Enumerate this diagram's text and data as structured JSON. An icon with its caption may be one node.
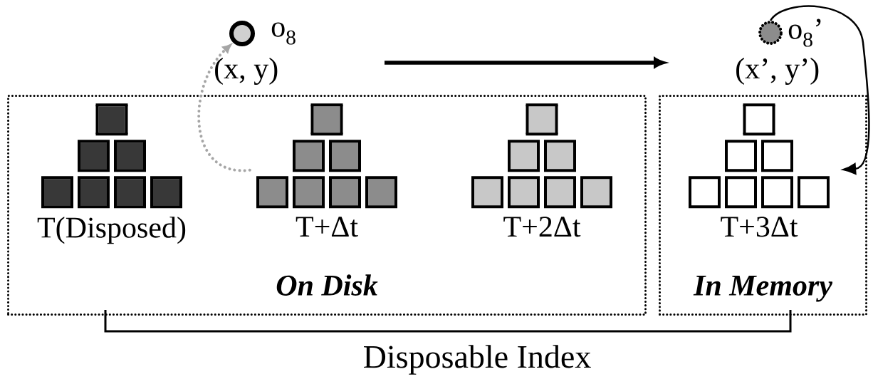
{
  "diagram": {
    "nodes": [
      {
        "text": [],
        "shape": "circle",
        "beside": [
          "o$_{8}$",
          "(x, y)"
        ]
      },
      {
        "text": [],
        "shape": "circle",
        "beside": [
          "o$_{8}$’",
          "(x’, y’)"
        ]
      },
      {
        "text": [
          "On Disk"
        ]
      },
      {
        "text": [
          "T(Disposed)"
        ],
        "in": 2
      },
      {
        "text": [
          "T+Δt"
        ],
        "in": 2
      },
      {
        "text": [
          "T+2Δt"
        ],
        "in": 2
      },
      {
        "text": [
          "In Memory"
        ]
      },
      {
        "text": [
          "T+3Δt"
        ],
        "in": 6
      }
    ],
    "edges": [
      {
        "from": 4,
        "to": 0,
        "arrow": "to",
        "style": "dashed",
        "color": "#a6a6a6"
      },
      {
        "from": 1,
        "to": 7,
        "arrow": "to",
        "color": "#000000"
      }
    ],
    "labels": [
      "Disposable Index"
    ]
  }
}
